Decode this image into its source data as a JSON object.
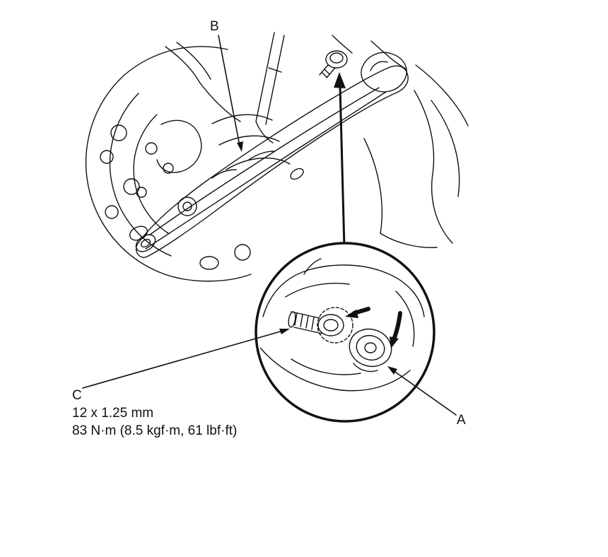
{
  "colors": {
    "ink": "#111111",
    "paper": "#ffffff"
  },
  "diagram": {
    "callout_a": "A",
    "callout_b": "B",
    "callout_c": "C",
    "spec_line_1": "12 x 1.25 mm",
    "spec_line_2": "83 N·m (8.5 kgf·m, 61 lbf·ft)"
  }
}
